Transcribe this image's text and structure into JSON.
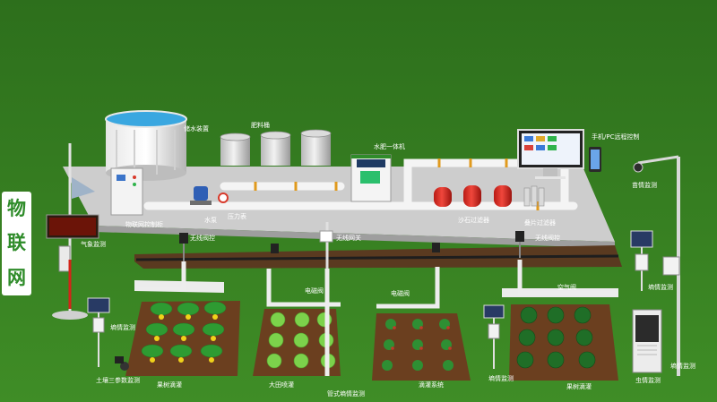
{
  "side_tag": [
    "物",
    "联",
    "网"
  ],
  "labels": {
    "water_storage": "储水装置",
    "fert_bucket": "肥料桶",
    "water_fert": "水肥一体机",
    "remote": "手机/PC远程控制",
    "iot_cabinet": "物联网控制柜",
    "pump": "水泵",
    "pressure": "压力表",
    "sand_filter": "沙石过滤器",
    "disc_filter": "叠片过滤器",
    "weather": "气象监测",
    "wv1": "无线阀控",
    "wgw": "无线网关",
    "wv2": "无线阀控",
    "seedling": "苗情监测",
    "soil_right": "墒情监测",
    "air": "空气阀",
    "ev1": "电磁阀",
    "ev2": "电磁阀",
    "soil_left": "墒情监测",
    "soil_three": "土壤三参数监测",
    "fruit_drip": "果树滴灌",
    "field_spray": "大田喷灌",
    "pipe_soil": "管式墒情监测",
    "drip_sys": "滴灌系统",
    "soil_mid": "墒情监测",
    "fruit_drip2": "果树滴灌",
    "soil_r2": "墒情监测",
    "insect": "虫情监测"
  },
  "colors": {
    "grass": "#2f7a1f",
    "platform": "#cfcfcf",
    "filter": "#d8241c",
    "brand": "#2f8c2a"
  }
}
